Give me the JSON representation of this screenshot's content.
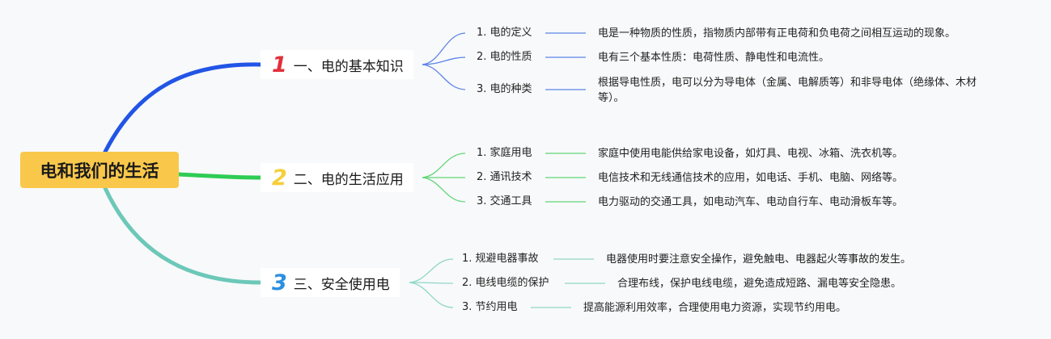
{
  "root": {
    "label": "电和我们的生活"
  },
  "colors": {
    "branch1": "#2255e6",
    "branch2": "#2ecc55",
    "branch3": "#6cc8b8",
    "num1": "#e0303a",
    "num2": "#f5cf3a",
    "num3": "#2c8fe0",
    "root_bg": "#f9c84b"
  },
  "branches": [
    {
      "num": "1",
      "label": "一、电的基本知识",
      "items": [
        {
          "topic": "1. 电的定义",
          "desc": "电是一种物质的性质，指物质内部带有正电荷和负电荷之间相互运动的现象。"
        },
        {
          "topic": "2. 电的性质",
          "desc": "电有三个基本性质：电荷性质、静电性和电流性。"
        },
        {
          "topic": "3. 电的种类",
          "desc": "根据导电性质，电可以分为导电体（金属、电解质等）和非导电体（绝缘体、木材等）。"
        }
      ]
    },
    {
      "num": "2",
      "label": "二、电的生活应用",
      "items": [
        {
          "topic": "1. 家庭用电",
          "desc": "家庭中使用电能供给家电设备，如灯具、电视、冰箱、洗衣机等。"
        },
        {
          "topic": "2. 通讯技术",
          "desc": "电信技术和无线通信技术的应用，如电话、手机、电脑、网络等。"
        },
        {
          "topic": "3. 交通工具",
          "desc": "电力驱动的交通工具，如电动汽车、电动自行车、电动滑板车等。"
        }
      ]
    },
    {
      "num": "3",
      "label": "三、安全使用电",
      "items": [
        {
          "topic": "1. 规避电器事故",
          "desc": "电器使用时要注意安全操作，避免触电、电器起火等事故的发生。"
        },
        {
          "topic": "2. 电线电缆的保护",
          "desc": "合理布线，保护电线电缆，避免造成短路、漏电等安全隐患。"
        },
        {
          "topic": "3. 节约用电",
          "desc": "提高能源利用效率，合理使用电力资源，实现节约用电。"
        }
      ]
    }
  ]
}
